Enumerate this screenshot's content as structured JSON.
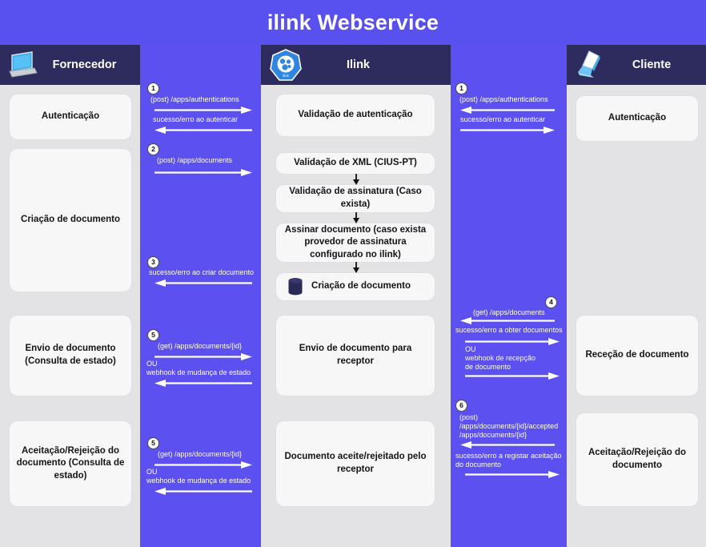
{
  "page": {
    "title": "ilink Webservice",
    "colors": {
      "background_purple": "#5850ef",
      "lane_purple": "#5d50f0",
      "column_grey": "#e3e3e5",
      "header_navy": "#2e2c5e",
      "box_white": "#f7f7f8",
      "logo_blue": "#2f86e0"
    }
  },
  "columns": [
    {
      "id": "fornecedor",
      "header": {
        "label": "Fornecedor",
        "icon": "laptop-icon"
      },
      "boxes": [
        {
          "label": "Autenticação"
        },
        {
          "label": "Criação de documento"
        },
        {
          "label": "Envio de documento (Consulta de estado)"
        },
        {
          "label": "Aceitação/Rejeição do documento (Consulta de estado)"
        }
      ]
    },
    {
      "id": "ilink",
      "header": {
        "label": "Ilink",
        "icon": "ilink-logo-icon"
      },
      "boxes": [
        {
          "label": "Validação de autenticação"
        },
        {
          "label": "Validação de XML (CIUS-PT)"
        },
        {
          "label": "Validação de assinatura (Caso exista)"
        },
        {
          "label": "Assinar documento (caso exista provedor de assinatura configurado no ilink)"
        },
        {
          "label": "Criação de documento",
          "icon": "database-icon"
        },
        {
          "label": "Envio de documento para receptor"
        },
        {
          "label": "Documento aceite/rejeitado pelo receptor"
        }
      ]
    },
    {
      "id": "cliente",
      "header": {
        "label": "Cliente",
        "icon": "laptop-icon"
      },
      "boxes": [
        {
          "label": "Autenticação"
        },
        {
          "label": "Receção de documento"
        },
        {
          "label": "Aceitação/Rejeição do documento"
        }
      ]
    }
  ],
  "lane_left": {
    "name": "fornecedor-ilink-lane",
    "groups": [
      {
        "step": "1",
        "messages": [
          {
            "text": "(post) /apps/authentications",
            "direction": "right"
          },
          {
            "text": "sucesso/erro ao autenticar",
            "direction": "left"
          }
        ]
      },
      {
        "step": "2",
        "messages": [
          {
            "text": "(post) /apps/documents",
            "direction": "right"
          }
        ]
      },
      {
        "step": "3",
        "messages": [
          {
            "text": "sucesso/erro ao criar documento",
            "direction": "left"
          }
        ]
      },
      {
        "step": "5",
        "messages": [
          {
            "text": "(get) /apps/documents/{id}",
            "direction": "right"
          },
          {
            "text": "OU",
            "direction": "none"
          },
          {
            "text": "webhook de mudança de estado",
            "direction": "left"
          }
        ]
      },
      {
        "step": "5",
        "messages": [
          {
            "text": "(get) /apps/documents/{id}",
            "direction": "right"
          },
          {
            "text": "OU",
            "direction": "none"
          },
          {
            "text": "webhook de mudança de estado",
            "direction": "left"
          }
        ]
      }
    ]
  },
  "lane_right": {
    "name": "ilink-cliente-lane",
    "groups": [
      {
        "step": "1",
        "messages": [
          {
            "text": "(post) /apps/authentications",
            "direction": "left"
          },
          {
            "text": "sucesso/erro ao autenticar",
            "direction": "right"
          }
        ]
      },
      {
        "step": "4",
        "messages": [
          {
            "text": "(get) /apps/documents",
            "direction": "left"
          },
          {
            "text": "sucesso/erro a obter documentos",
            "direction": "right"
          },
          {
            "text": "OU",
            "direction": "none"
          },
          {
            "text": "webhook de recepção de documento",
            "direction": "right"
          }
        ]
      },
      {
        "step": "6",
        "messages": [
          {
            "text": "(post) /apps/documents/{id}/accepted /apps/documents/{id}",
            "direction": "left"
          },
          {
            "text": "sucesso/erro a registar aceitação do documento",
            "direction": "right"
          }
        ]
      }
    ]
  },
  "lane_left_labels": {
    "g1_m1": "(post) /apps/authentications",
    "g1_m2": "sucesso/erro ao autenticar",
    "g2_m1": "(post) /apps/documents",
    "g3_m1": "sucesso/erro ao criar documento",
    "g4_m1": "(get) /apps/documents/{id}",
    "g4_ou": "OU",
    "g4_m2": "webhook de mudança de estado",
    "g5_m1": "(get) /apps/documents/{id}",
    "g5_ou": "OU",
    "g5_m2": "webhook de mudança de estado",
    "n1": "1",
    "n2": "2",
    "n3": "3",
    "n4": "5",
    "n5": "5"
  },
  "lane_right_labels": {
    "g1_m1": "(post) /apps/authentications",
    "g1_m2": "sucesso/erro ao autenticar",
    "g2_m1": "(get) /apps/documents",
    "g2_m2": "sucesso/erro a obter documentos",
    "g2_ou": "OU",
    "g2_m3a": "webhook de recepção",
    "g2_m3b": "de documento",
    "g3_m1a": "(post)",
    "g3_m1b": "/apps/documents/{id}/accepted",
    "g3_m1c": "/apps/documents/{id}",
    "g3_m2a": "sucesso/erro a registar aceitação",
    "g3_m2b": "do documento",
    "n1": "1",
    "n2": "4",
    "n3": "6",
    "n4": "6"
  }
}
